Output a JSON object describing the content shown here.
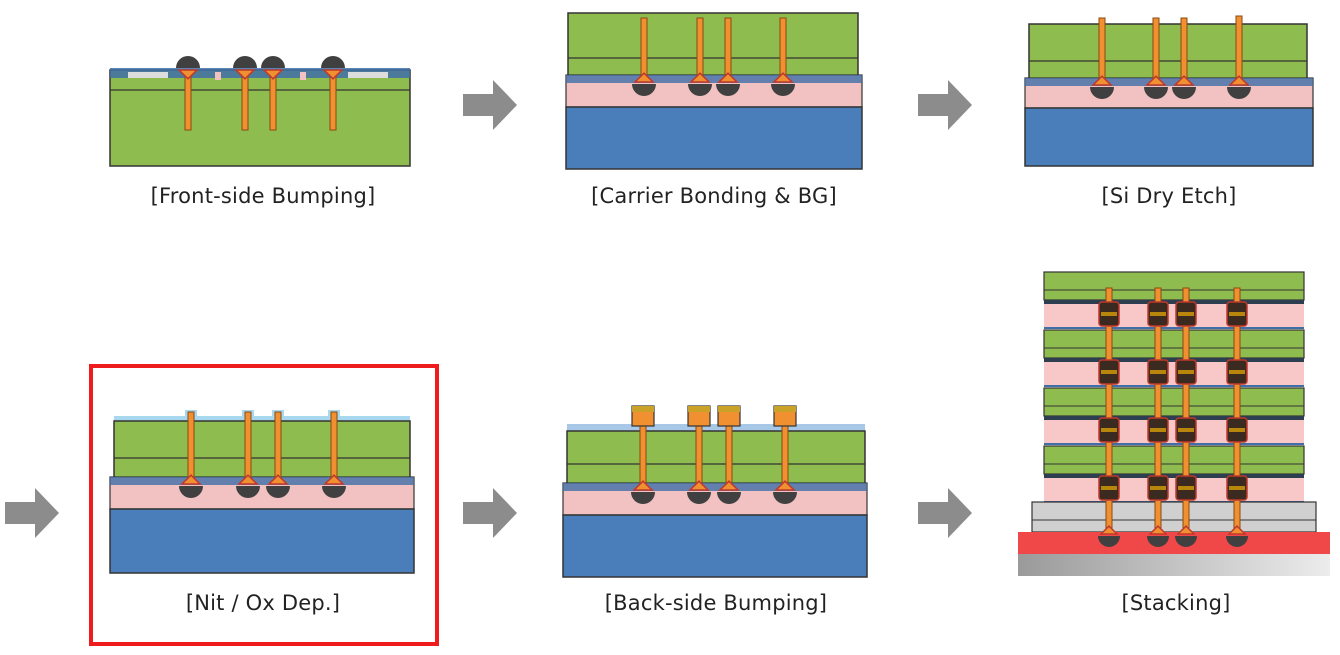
{
  "title": "TSV process flow",
  "colors": {
    "silicon": "#8fbc4f",
    "carrier": "#4a7ebb",
    "adhesive": "#f2c2c2",
    "copper": "#f09030",
    "bump": "#404040",
    "passivation": "#3f6ea8",
    "nitride_oxide": "#a8d8ee",
    "substrate": "#f04848",
    "interposer": "#d0d0d0",
    "highlight": "#ee1c1c",
    "arrow": "#8c8c8c"
  },
  "steps": [
    {
      "id": "front-side-bumping",
      "label": "[Front-side Bumping]",
      "highlighted": false
    },
    {
      "id": "carrier-bonding-bg",
      "label": "[Carrier Bonding & BG]",
      "highlighted": false
    },
    {
      "id": "si-dry-etch",
      "label": "[Si Dry Etch]",
      "highlighted": false
    },
    {
      "id": "nit-ox-dep",
      "label": "[Nit / Ox Dep.]",
      "highlighted": true
    },
    {
      "id": "back-side-bumping",
      "label": "[Back-side Bumping]",
      "highlighted": false
    },
    {
      "id": "stacking",
      "label": "[Stacking]",
      "highlighted": false
    }
  ],
  "arrows": [
    "right-arrow",
    "right-arrow",
    "right-arrow",
    "right-arrow",
    "right-arrow"
  ],
  "tsv_count": 4,
  "stacked_dies": 4
}
